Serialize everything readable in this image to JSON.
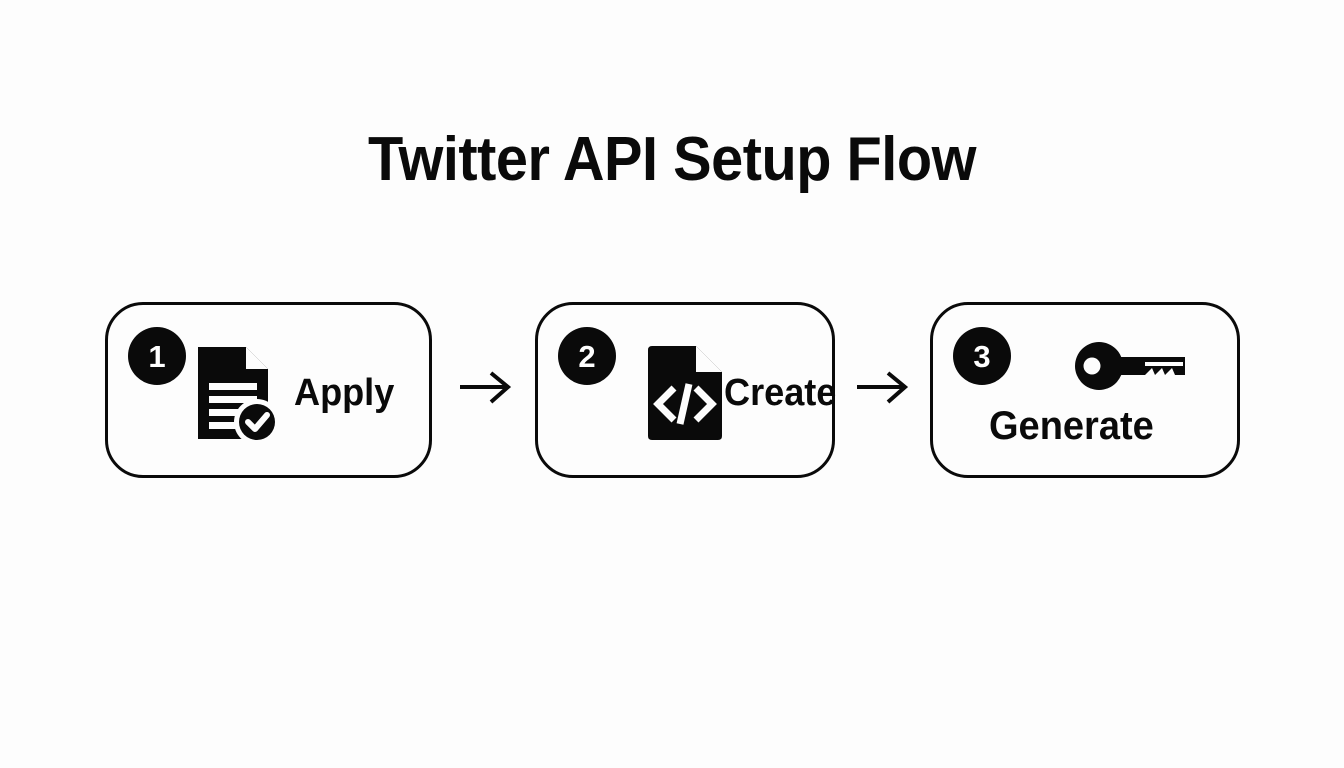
{
  "page": {
    "title": "Twitter API Setup Flow",
    "background_color": "#fdfdfd",
    "ink_color": "#0a0a0a"
  },
  "flow": {
    "steps": [
      {
        "number": "1",
        "label": "Apply",
        "icon": "document-check-icon"
      },
      {
        "number": "2",
        "label": "Create",
        "icon": "code-file-icon"
      },
      {
        "number": "3",
        "label": "Generate",
        "icon": "key-icon"
      }
    ],
    "connectors": [
      {
        "glyph": "arrow-right-icon"
      },
      {
        "glyph": "arrow-right-icon"
      }
    ]
  }
}
